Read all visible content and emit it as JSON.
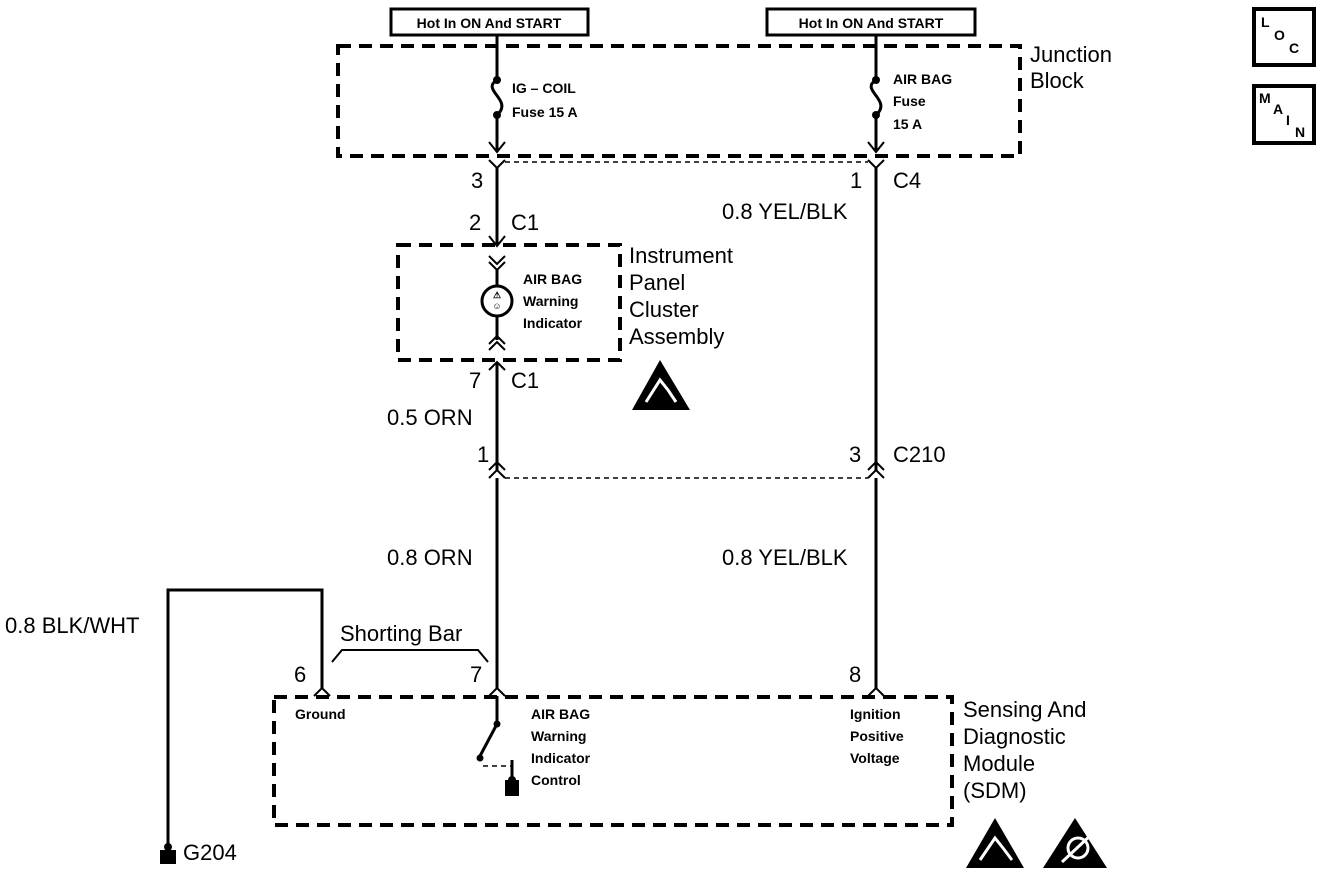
{
  "header": {
    "left_source": "Hot In ON And START",
    "right_source": "Hot In ON And START"
  },
  "junction_block": {
    "label_line1": "Junction",
    "label_line2": "Block",
    "fuse_left_line1": "IG – COIL",
    "fuse_left_line2": "Fuse 15 A",
    "fuse_right_line1": "AIR BAG",
    "fuse_right_line2": "Fuse",
    "fuse_right_line3": "15 A"
  },
  "connectors": {
    "c4_left_pin": "3",
    "c4_right_pin": "1",
    "c4_name": "C4",
    "c1_top_pin": "2",
    "c1_top_name": "C1",
    "c1_bottom_pin": "7",
    "c1_bottom_name": "C1",
    "c210_left_pin": "1",
    "c210_right_pin": "3",
    "c210_name": "C210"
  },
  "wires": {
    "right_upper": "0.8 YEL/BLK",
    "left_middle": "0.5 ORN",
    "left_lower": "0.8 ORN",
    "right_lower": "0.8 YEL/BLK",
    "ground_wire": "0.8 BLK/WHT"
  },
  "cluster": {
    "label_line1": "Instrument",
    "label_line2": "Panel",
    "label_line3": "Cluster",
    "label_line4": "Assembly",
    "indicator_line1": "AIR BAG",
    "indicator_line2": "Warning",
    "indicator_line3": "Indicator"
  },
  "shorting_bar": {
    "label": "Shorting Bar"
  },
  "sdm": {
    "label_line1": "Sensing And",
    "label_line2": "Diagnostic",
    "label_line3": "Module",
    "label_line4": "(SDM)",
    "pin_ground": "6",
    "pin_indicator": "7",
    "pin_ignition": "8",
    "ground_label": "Ground",
    "indicator_line1": "AIR BAG",
    "indicator_line2": "Warning",
    "indicator_line3": "Indicator",
    "indicator_line4": "Control",
    "ignition_line1": "Ignition",
    "ignition_line2": "Positive",
    "ignition_line3": "Voltage"
  },
  "ground": {
    "label": "G204"
  },
  "nav_icons": {
    "loc": {
      "l1": "L",
      "l2": "O",
      "l3": "C"
    },
    "main": {
      "l1": "M",
      "l2": "A",
      "l3": "I",
      "l4": "N"
    }
  }
}
